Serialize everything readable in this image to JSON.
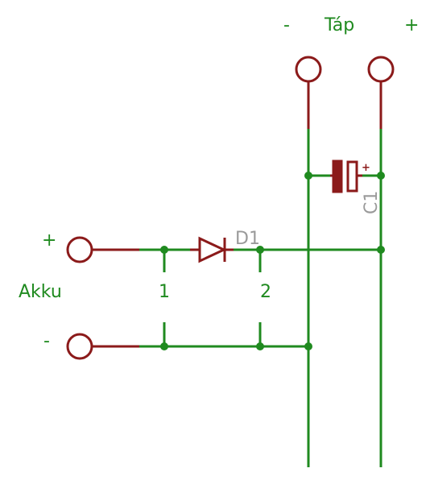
{
  "labels": {
    "tap_minus": "-",
    "tap_title": "Táp",
    "tap_plus": "+",
    "akku_plus": "+",
    "akku": "Akku",
    "akku_minus": "-",
    "node1": "1",
    "node2": "2",
    "diode_ref": "D1",
    "cap_ref": "C1",
    "cap_polarity": "+"
  },
  "colors": {
    "wire": "#1f8a1f",
    "component": "#8b1a1a",
    "reference": "#9a9a9a",
    "background": "#ffffff"
  }
}
